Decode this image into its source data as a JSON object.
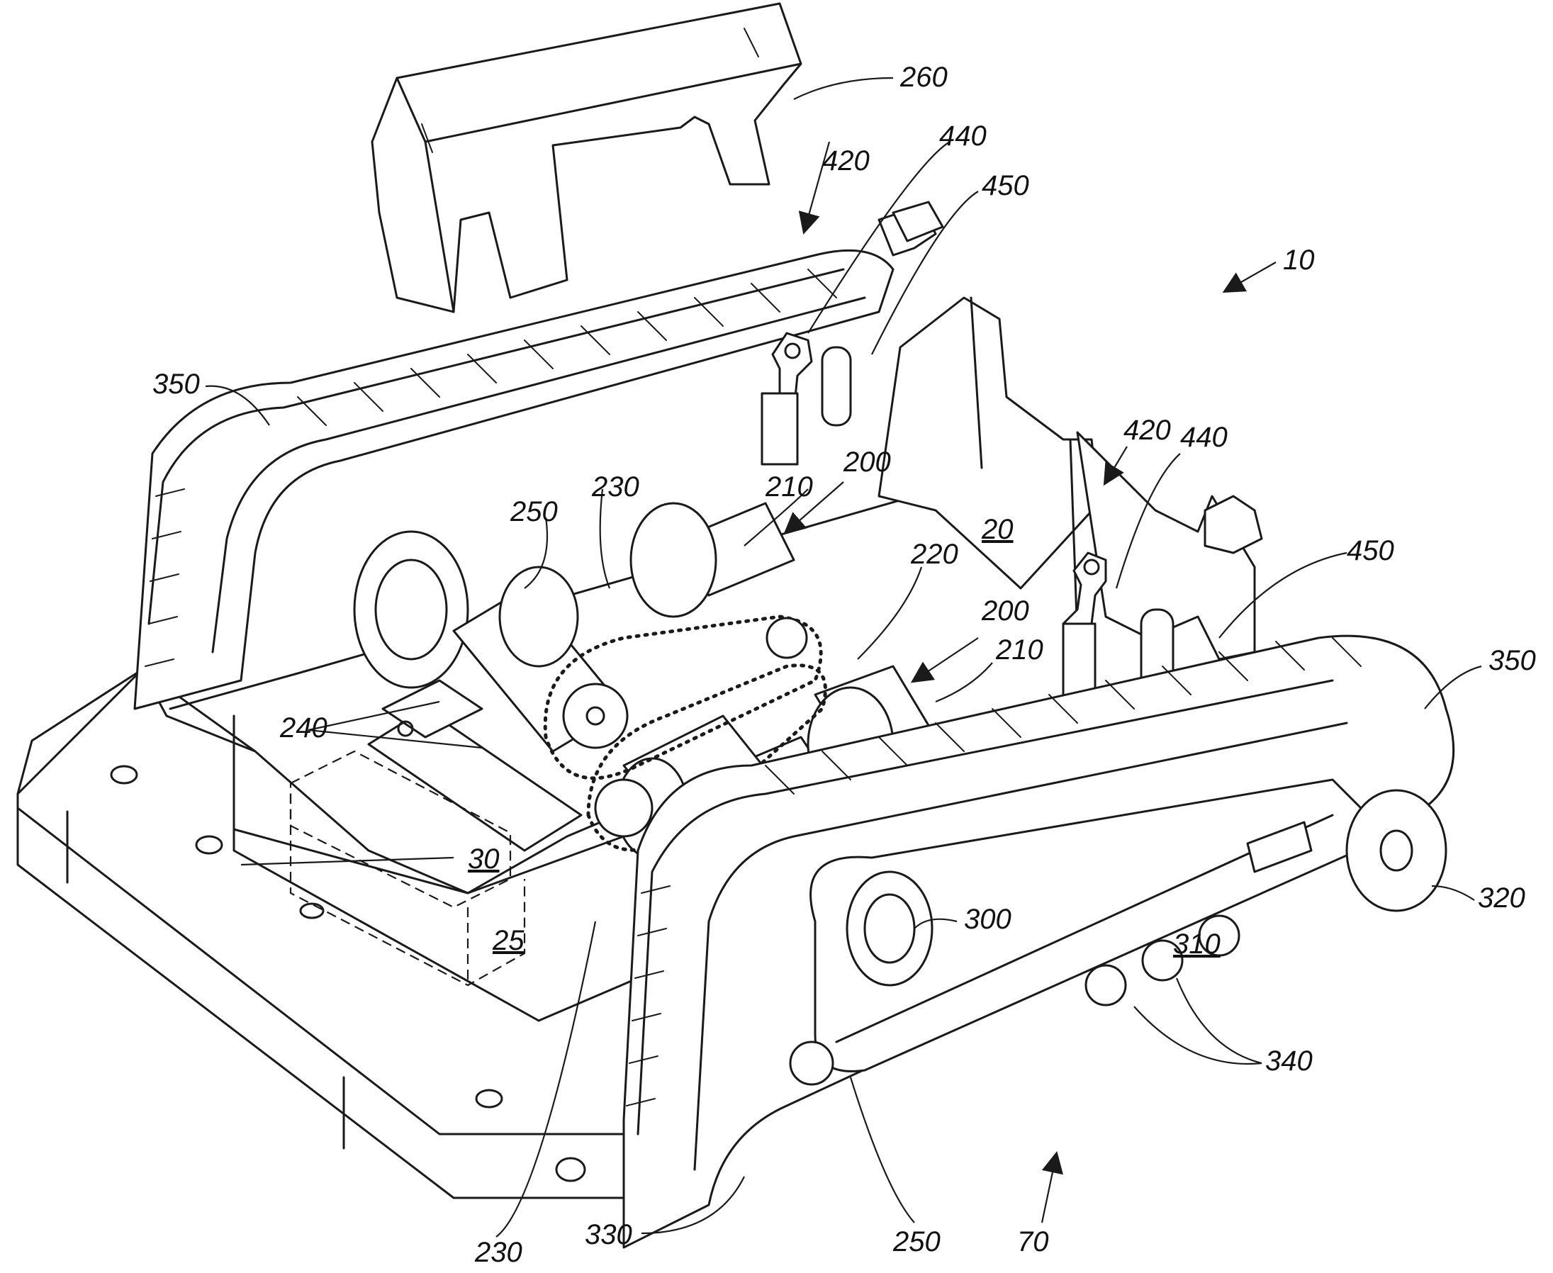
{
  "figure": {
    "reference_numerals": {
      "n260": "260",
      "n420a": "420",
      "n440a": "440",
      "n450a": "450",
      "n10": "10",
      "n350a": "350",
      "n420b": "420",
      "n440b": "440",
      "n250a": "250",
      "n230a": "230",
      "n210a": "210",
      "n200a": "200",
      "n20": "20",
      "n220": "220",
      "n450b": "450",
      "n200b": "200",
      "n210b": "210",
      "n350b": "350",
      "n240": "240",
      "n30": "30",
      "n25": "25",
      "n300": "300",
      "n320": "320",
      "n310": "310",
      "n340": "340",
      "n230b": "230",
      "n330": "330",
      "n250b": "250",
      "n70": "70"
    }
  }
}
